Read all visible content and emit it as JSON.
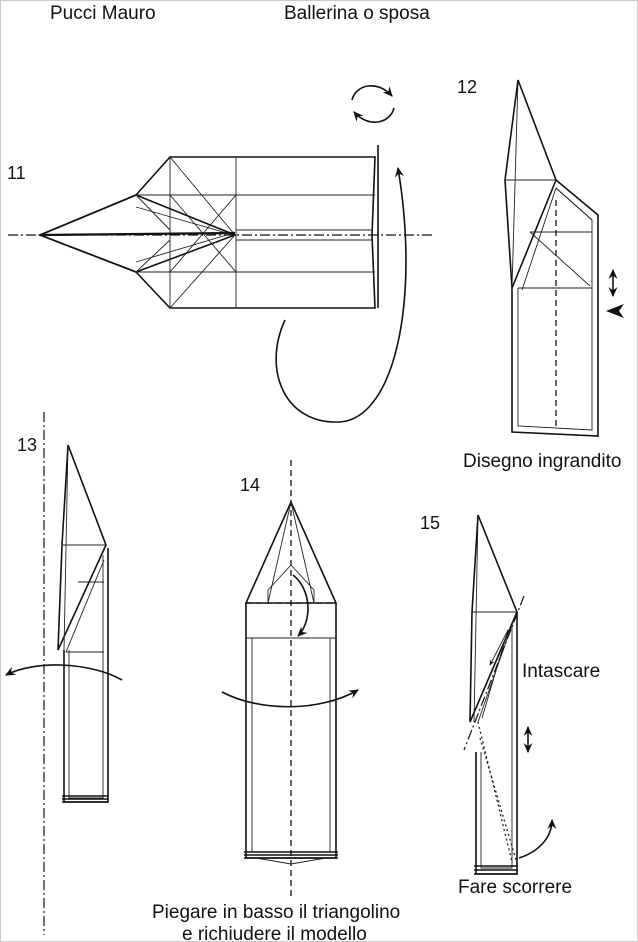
{
  "header": {
    "author": "Pucci Mauro",
    "title": "Ballerina o sposa"
  },
  "steps": [
    {
      "number": "11"
    },
    {
      "number": "12",
      "caption": "Disegno ingrandito"
    },
    {
      "number": "13"
    },
    {
      "number": "14",
      "caption_lines": [
        "Piegare in basso il triangolino",
        "e richiudere il modello"
      ]
    },
    {
      "number": "15",
      "annotation_top": "Intascare",
      "annotation_bottom": "Fare scorrere"
    }
  ],
  "icons": {
    "step11_rotate": "turn-over-rotation-icon",
    "step11_fold": "fold-behind-arrow-icon",
    "step12_slide": "double-arrow-icon",
    "step12_push": "push-arrow-icon",
    "step13_fold": "fold-arrow-icon",
    "step14_fold": "fold-down-arrow-icon",
    "step14_close": "close-model-arrow-icon",
    "step15_slide": "double-arrow-icon",
    "step15_fold": "fold-arrow-icon"
  }
}
